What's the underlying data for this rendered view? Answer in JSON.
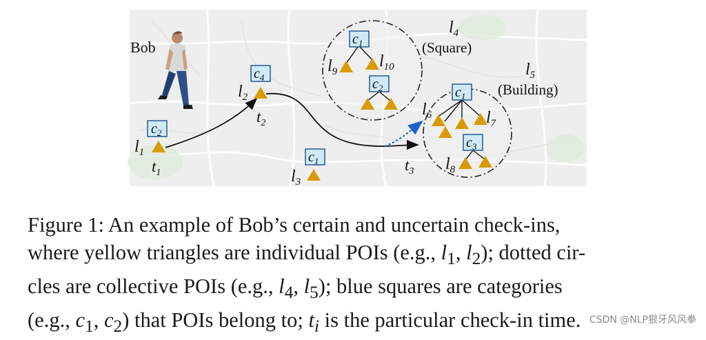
{
  "figure": {
    "person_label": "Bob",
    "categories": {
      "c1": {
        "letter": "c",
        "sub": "1"
      },
      "c2": {
        "letter": "c",
        "sub": "2"
      },
      "c3": {
        "letter": "c",
        "sub": "3"
      },
      "c4": {
        "letter": "c",
        "sub": "4"
      }
    },
    "pois": {
      "l1": {
        "letter": "l",
        "sub": "1"
      },
      "l2": {
        "letter": "l",
        "sub": "2"
      },
      "l3": {
        "letter": "l",
        "sub": "3"
      },
      "l4": {
        "letter": "l",
        "sub": "4",
        "name": "(Square)"
      },
      "l5": {
        "letter": "l",
        "sub": "5",
        "name": "(Building)"
      },
      "l6": {
        "letter": "l",
        "sub": "6"
      },
      "l7": {
        "letter": "l",
        "sub": "7"
      },
      "l8": {
        "letter": "l",
        "sub": "8"
      },
      "l9": {
        "letter": "l",
        "sub": "9"
      },
      "l10": {
        "letter": "l",
        "sub": "10"
      }
    },
    "times": {
      "t1": {
        "letter": "t",
        "sub": "1"
      },
      "t2": {
        "letter": "t",
        "sub": "2"
      },
      "t3": {
        "letter": "t",
        "sub": "3"
      }
    },
    "colors": {
      "poi_triangle": "#d99a00",
      "category_fill": "#cfeaf7",
      "category_border": "#1b4f8a",
      "uncertain_arrow": "#1f63c6",
      "map_background": "#eeeeee"
    }
  },
  "caption": {
    "line1": "Figure 1:  An example of Bob’s certain and uncertain check-ins,",
    "line2_a": "where yellow triangles are individual POIs (e.g., ",
    "line2_b": "); dotted cir-",
    "line3_a": "cles are collective POIs (e.g., ",
    "line3_b": "); blue squares are categories",
    "line4_a": "(e.g., ",
    "line4_b": ") that POIs belong to; ",
    "line4_c": " is the particular check-in time.",
    "m_l1": "l",
    "m_1": "1",
    "m_l2": "l",
    "m_2": "2",
    "m_l4": "l",
    "m_4": "4",
    "m_l5": "l",
    "m_5": "5",
    "m_c1": "c",
    "m_c1s": "1",
    "m_c2": "c",
    "m_c2s": "2",
    "m_t": "t",
    "m_ti": "i",
    "comma": ", "
  },
  "watermark": "CSDN @NLP狠牙风风拳"
}
